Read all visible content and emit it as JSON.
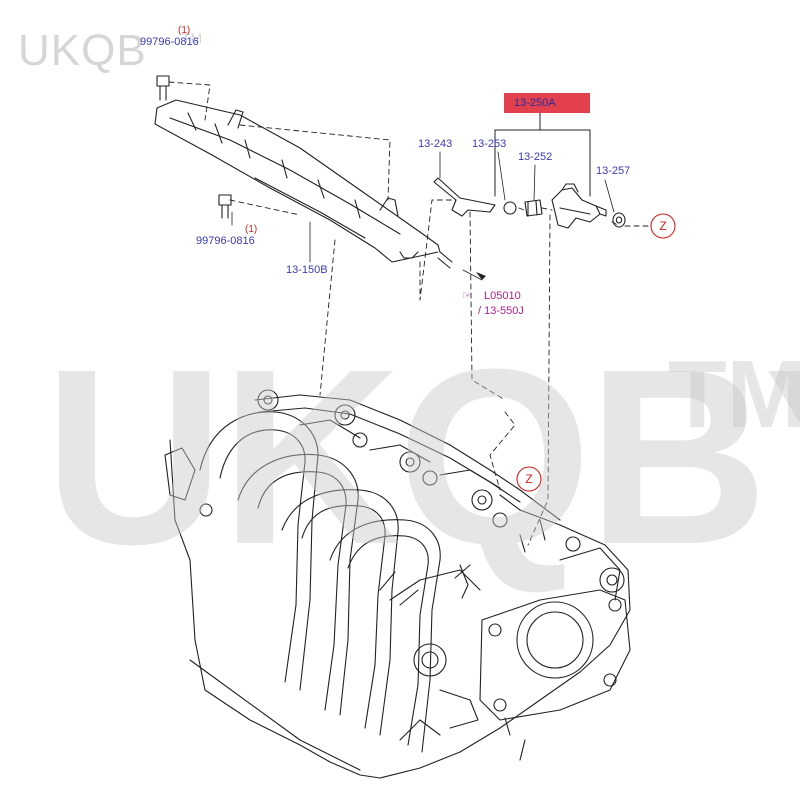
{
  "watermark": {
    "small": "UKQB",
    "small_tm": "TM",
    "large": "UKQBY",
    "large_tm": "TM"
  },
  "parts": {
    "bolt_top": "99796-0816",
    "bolt_top_qty": "(1)",
    "bolt_left": "99796-0816",
    "bolt_left_qty": "(1)",
    "fuel_rail": "13-150B",
    "clip": "13-243",
    "oring": "13-253",
    "injector_assy": "13-250A",
    "grommet": "13-252",
    "insulator": "13-257"
  },
  "refs": {
    "line1": "L05010",
    "line2": "/ 13-550J"
  },
  "callouts": {
    "z": "Z"
  },
  "colors": {
    "label": "#3a3ab0",
    "quantity": "#d21f1f",
    "highlight": "#e2404c",
    "reference": "#b1208c",
    "line": "#222222"
  }
}
